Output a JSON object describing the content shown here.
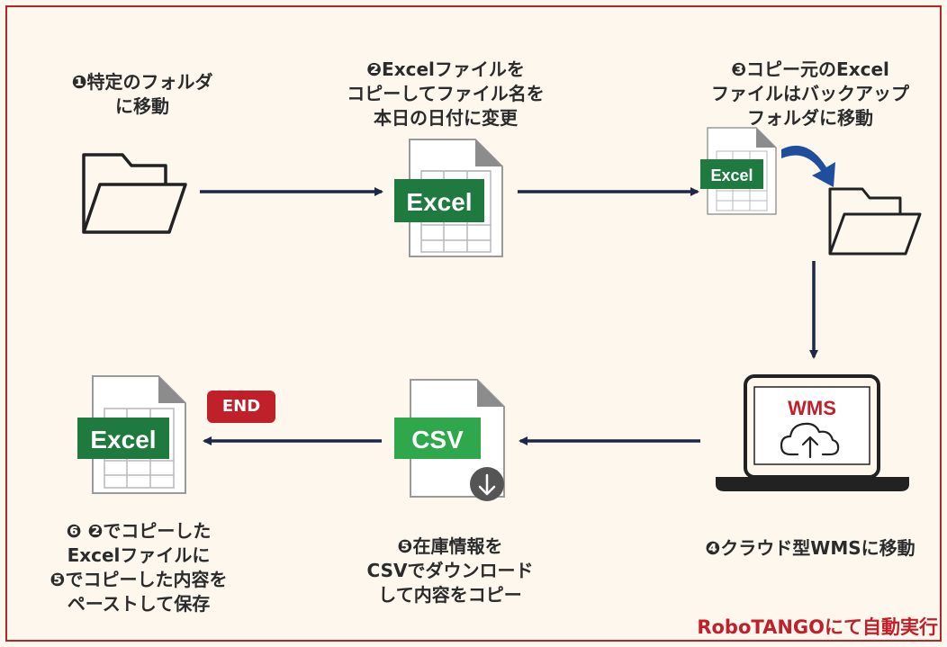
{
  "steps": {
    "step1": {
      "lines": [
        "❶特定のフォルダ",
        "に移動"
      ]
    },
    "step2": {
      "lines": [
        "❷Excelファイルを",
        "コピーしてファイル名を",
        "本日の日付に変更"
      ]
    },
    "step3": {
      "lines": [
        "❸コピー元のExcel",
        "ファイルはバックアップ",
        "フォルダに移動"
      ]
    },
    "step4": {
      "lines": [
        "❹クラウド型WMSに移動"
      ]
    },
    "step5": {
      "lines": [
        "❺在庫情報を",
        "CSVでダウンロード",
        "して内容をコピー"
      ]
    },
    "step6": {
      "lines": [
        "❻ ❷でコピーした",
        "Excelファイルに",
        "❺でコピーした内容を",
        "ペーストして保存"
      ]
    }
  },
  "icons": {
    "excel_label": "Excel",
    "csv_label": "CSV",
    "wms_label": "WMS",
    "folder_icon": "folder-icon",
    "cloud_upload_icon": "cloud-upload-icon",
    "download_icon": "download-icon",
    "laptop_icon": "laptop-icon"
  },
  "badges": {
    "end": "END"
  },
  "footer": {
    "text": "RoboTANGOにて自動実行"
  },
  "colors": {
    "accent_red": "#c0202a",
    "excel_green": "#1f7a3f",
    "csv_green": "#2ea84a",
    "arrow_navy": "#1f2747",
    "arrow_blue": "#1f4e9c"
  }
}
